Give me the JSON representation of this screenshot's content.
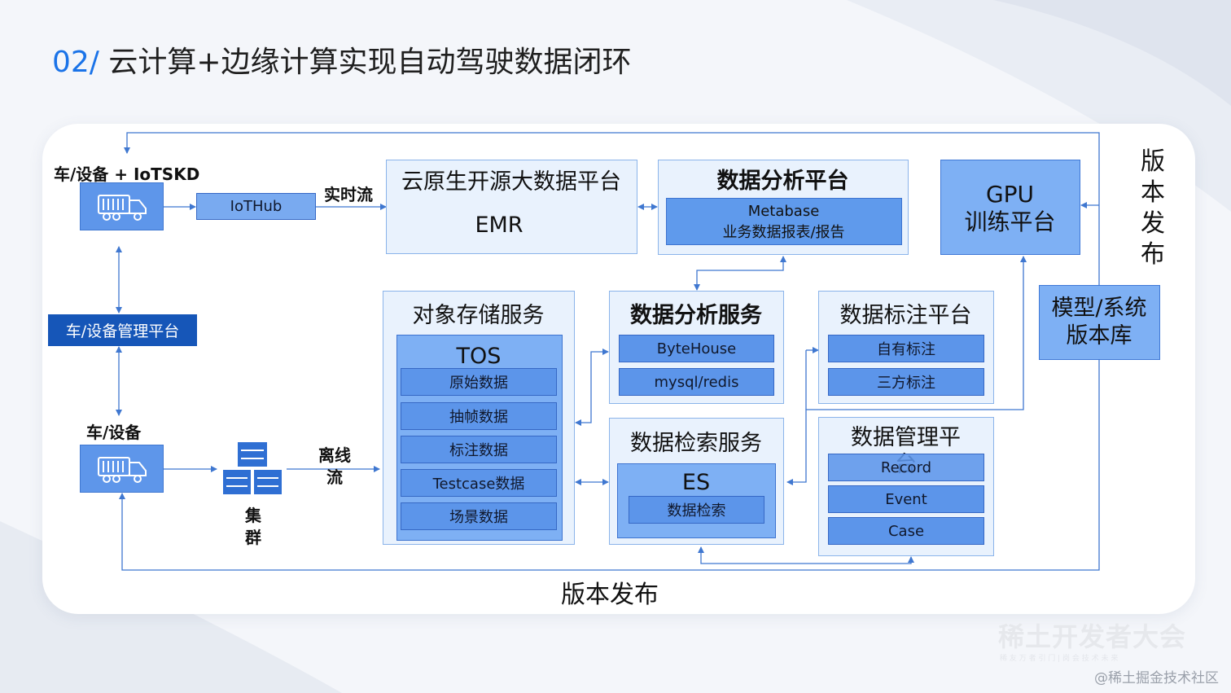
{
  "title": {
    "number": "02/",
    "text": "云计算+边缘计算实现自动驾驶数据闭环"
  },
  "vehicle_iot": {
    "label": "车/设备 + IoTSKD"
  },
  "iothub": {
    "label": "IoTHub"
  },
  "realtime_stream": {
    "label": "实时流"
  },
  "emr_platform": {
    "title": "云原生开源大数据平台",
    "subtitle": "EMR"
  },
  "analysis_platform": {
    "title": "数据分析平台",
    "tool": "Metabase",
    "tool_desc": "业务数据报表/报告"
  },
  "gpu_platform": {
    "line1": "GPU",
    "line2": "训练平台"
  },
  "release_vertical": {
    "chars": [
      "版",
      "本",
      "发",
      "布"
    ]
  },
  "model_repo": {
    "line1": "模型/系统",
    "line2": "版本库"
  },
  "device_mgmt": {
    "label": "车/设备管理平台"
  },
  "vehicle": {
    "label": "车/设备"
  },
  "cluster": {
    "chars": [
      "集",
      "群"
    ]
  },
  "offline_stream": {
    "line1": "离线",
    "line2": "流"
  },
  "object_storage": {
    "title": "对象存储服务",
    "tos_label": "TOS",
    "items": [
      "原始数据",
      "抽帧数据",
      "标注数据",
      "Testcase数据",
      "场景数据"
    ]
  },
  "analysis_service": {
    "title": "数据分析服务",
    "items": [
      "ByteHouse",
      "mysql/redis"
    ]
  },
  "labeling_platform": {
    "title": "数据标注平台",
    "items": [
      "自有标注",
      "三方标注"
    ]
  },
  "search_service": {
    "title": "数据检索服务",
    "es_label": "ES",
    "es_item": "数据检索"
  },
  "data_mgmt_platform": {
    "title_line1": "数据管理平",
    "title_line2": "台",
    "items": [
      "Record",
      "Event",
      "Case"
    ]
  },
  "release_bottom": {
    "label": "版本发布"
  },
  "watermark": {
    "logo_text": "稀土开发者大会",
    "logo_sub": "稀 友 万 者 引 门 | 岗 会 技 术 未 来",
    "credit": "@稀土掘金技术社区"
  },
  "colors": {
    "accent": "#1a73e8",
    "box_fill": "#e9f2fd",
    "chip_fill": "#5c95ea",
    "line": "#3f77d0"
  }
}
